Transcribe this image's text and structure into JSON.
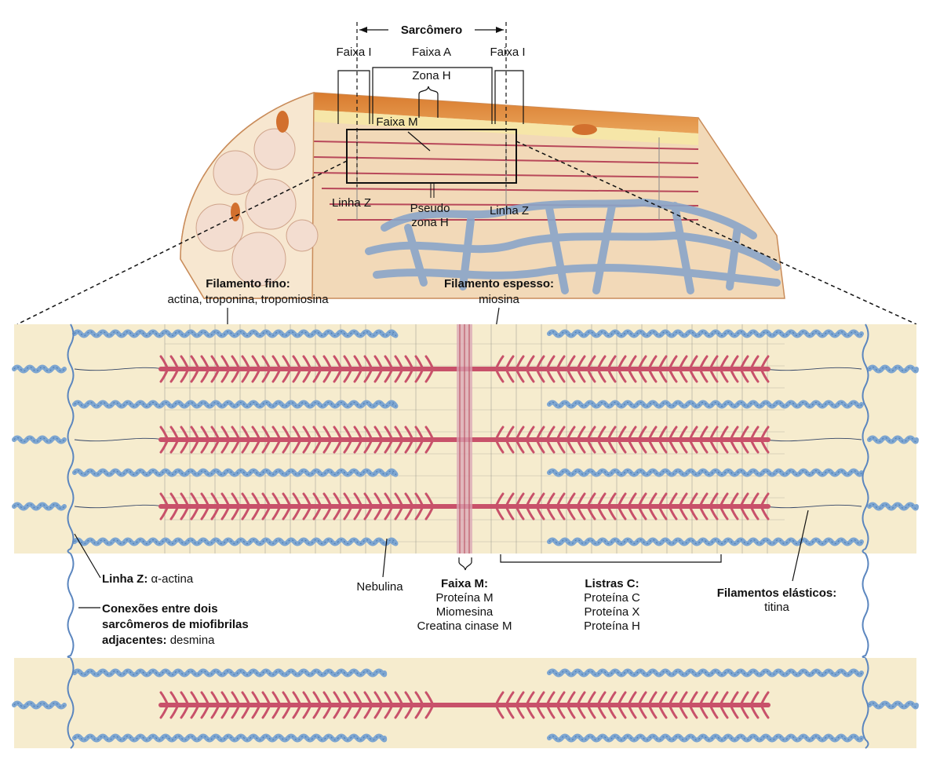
{
  "top": {
    "sarcomero": "Sarcômero",
    "faixa_i_left": "Faixa I",
    "faixa_a": "Faixa A",
    "faixa_i_right": "Faixa I",
    "zona_h": "Zona H",
    "faixa_m": "Faixa M",
    "linha_z_left": "Linha Z",
    "linha_z_right": "Linha Z",
    "pseudo": "Pseudo",
    "zona_h2": "zona H"
  },
  "mid": {
    "filamento_fino_title": "Filamento fino:",
    "filamento_fino_text": "actina, troponina, tropomiosina",
    "filamento_espesso_title": "Filamento espesso:",
    "filamento_espesso_text": "miosina"
  },
  "bottom": {
    "linha_z_title": "Linha Z:",
    "linha_z_text": "α-actina",
    "conexoes_line1": "Conexões entre dois",
    "conexoes_line2": "sarcômeros de miofibrilas",
    "conexoes_line3_bold": "adjacentes:",
    "conexoes_line3_text": "desmina",
    "nebulina": "Nebulina",
    "faixa_m_title": "Faixa M:",
    "faixa_m_items": [
      "Proteína M",
      "Miomesina",
      "Creatina cinase M"
    ],
    "listras_c_title": "Listras C:",
    "listras_c_items": [
      "Proteína C",
      "Proteína X",
      "Proteína H"
    ],
    "elasticos_title": "Filamentos elásticos:",
    "elasticos_text": "titina"
  },
  "colors": {
    "actin": "#7ea6d1",
    "myosin": "#c8516a",
    "band_bg": "#f6ecce",
    "tissue": "#f2d9b8",
    "zline": "#5b86bf"
  }
}
